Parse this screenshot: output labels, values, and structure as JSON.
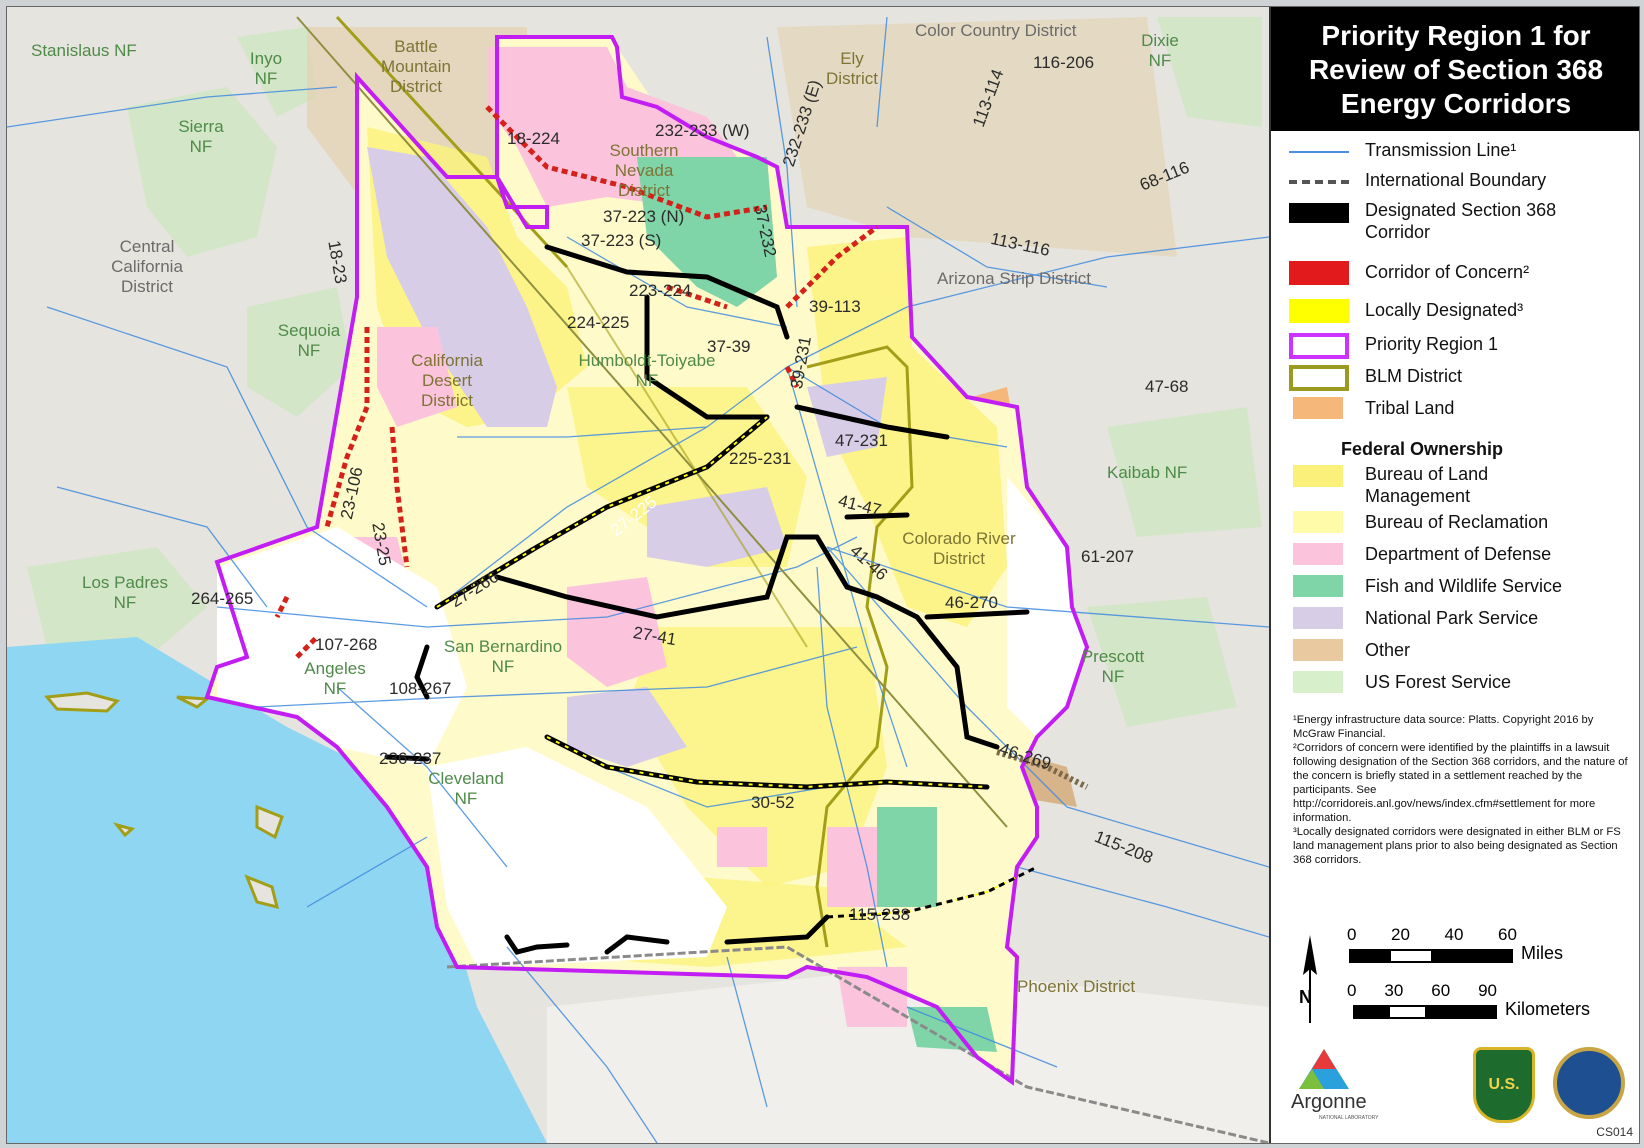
{
  "legend": {
    "title": "Priority Region 1 for Review of Section 368 Energy Corridors",
    "items": [
      {
        "label": "Transmission Line¹",
        "symbol": "line",
        "color": "#4a90e2"
      },
      {
        "label": "International Boundary",
        "symbol": "dashed",
        "color": "#555555"
      },
      {
        "label": "Designated Section 368 Corridor",
        "symbol": "thick-line",
        "color": "#000000"
      },
      {
        "label": "Corridor of Concern²",
        "symbol": "fill",
        "color": "#e31a1c"
      },
      {
        "label": "Locally Designated³",
        "symbol": "fill",
        "color": "#ffff00"
      },
      {
        "label": "Priority Region 1",
        "symbol": "outline",
        "color": "#cc33ff"
      },
      {
        "label": "BLM District",
        "symbol": "outline",
        "color": "#9a9a20"
      },
      {
        "label": "Tribal Land",
        "symbol": "fill",
        "color": "#f5b77a"
      }
    ],
    "federal_ownership_title": "Federal Ownership",
    "federal_ownership": [
      {
        "label": "Bureau of Land Management",
        "color": "#fbf17a"
      },
      {
        "label": "Bureau of Reclamation",
        "color": "#fffba8"
      },
      {
        "label": "Department of Defense",
        "color": "#fbc3dc"
      },
      {
        "label": "Fish and Wildlife Service",
        "color": "#7fd4a8"
      },
      {
        "label": "National Park Service",
        "color": "#d8cde6"
      },
      {
        "label": "Other",
        "color": "#e8c9a0"
      },
      {
        "label": "US Forest Service",
        "color": "#d8efcc"
      }
    ],
    "notes": [
      "¹Energy infrastructure data source: Platts. Copyright 2016 by McGraw Financial.",
      "²Corridors of concern were identified by the plaintiffs in a lawsuit following designation of the Section 368 corridors, and the nature of the concern is briefly stated in a settlement reached by the participants. See http://corridoreis.anl.gov/news/index.cfm#settlement for more information.",
      "³Locally designated corridors were designated in either BLM or FS land management plans prior to also being designated as Section 368 corridors."
    ],
    "scale": {
      "miles_ticks": [
        "0",
        "20",
        "40",
        "60"
      ],
      "miles_unit": "Miles",
      "km_ticks": [
        "0",
        "30",
        "60",
        "90"
      ],
      "km_unit": "Kilometers",
      "north": "N"
    },
    "logo_text": "Argonne",
    "logo_subtext": "NATIONAL LABORATORY",
    "usfs_badge": "U.S.",
    "map_id": "CS014"
  },
  "map": {
    "labels": {
      "stanislaus": "Stanislaus NF",
      "inyo": "Inyo NF",
      "battle_mountain": "Battle Mountain District",
      "color_country": "Color Country District",
      "dixie": "Dixie NF",
      "ely": "Ely District",
      "sierra": "Sierra NF",
      "southern_nevada": "Southern Nevada District",
      "central_california": "Central California District",
      "arizona_strip": "Arizona Strip District",
      "sequoia": "Sequoia NF",
      "california_desert": "California Desert District",
      "humboldt": "Humboldt-Toiyabe NF",
      "kaibab": "Kaibab NF",
      "colorado_river": "Colorado River District",
      "los_padres": "Los Padres NF",
      "angeles": "Angeles NF",
      "san_bernardino": "San Bernardino NF",
      "prescott": "Prescott NF",
      "cleveland": "Cleveland NF",
      "phoenix": "Phoenix District"
    },
    "corridors": {
      "c18_224": "18-224",
      "c232_233w": "232-233 (W)",
      "c232_233e": "232-233 (E)",
      "c37_223n": "37-223 (N)",
      "c37_223s": "37-223 (S)",
      "c37_232": "37-232",
      "c116_206": "116-206",
      "c113_114": "113-114",
      "c68_116": "68-116",
      "c113_116": "113-116",
      "c18_23": "18-23",
      "c223_224": "223-224",
      "c39_113": "39-113",
      "c224_225": "224-225",
      "c37_39": "37-39",
      "c39_231": "39-231",
      "c47_68": "47-68",
      "c23_106": "23-106",
      "c47_231": "47-231",
      "c225_231": "225-231",
      "c27_225": "27-225",
      "c41_47": "41-47",
      "c23_25": "23-25",
      "c27_266": "27-266",
      "c41_46": "41-46",
      "c61_207": "61-207",
      "c264_265": "264-265",
      "c46_270": "46-270",
      "c27_41": "27-41",
      "c107_268": "107-268",
      "c108_267": "108-267",
      "c46_269": "46-269",
      "c236_237": "236-237",
      "c30_52": "30-52",
      "c115_208": "115-208",
      "c115_238": "115-238"
    }
  }
}
